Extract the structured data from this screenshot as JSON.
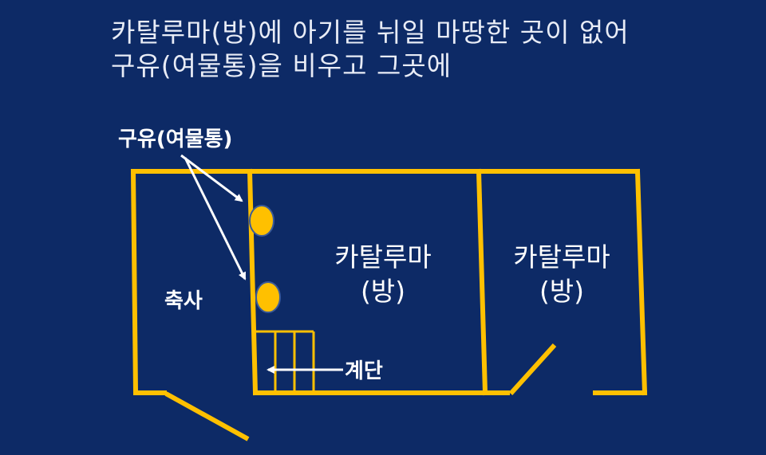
{
  "title": {
    "line1": "카탈루마(방)에 아기를 뉘일 마땅한 곳이 없어",
    "line2": "구유(여물통)을 비우고 그곳에"
  },
  "labels": {
    "manger": "구유(여물통)",
    "barn": "축사",
    "room1_line1": "카탈루마",
    "room1_line2": "(방)",
    "room2_line1": "카탈루마",
    "room2_line2": "(방)",
    "stairs": "계단"
  },
  "colors": {
    "background": "#0d2a66",
    "wall": "#ffc000",
    "manger_fill": "#ffc000",
    "manger_stroke": "#3a5a99",
    "arrow": "#ffffff"
  }
}
